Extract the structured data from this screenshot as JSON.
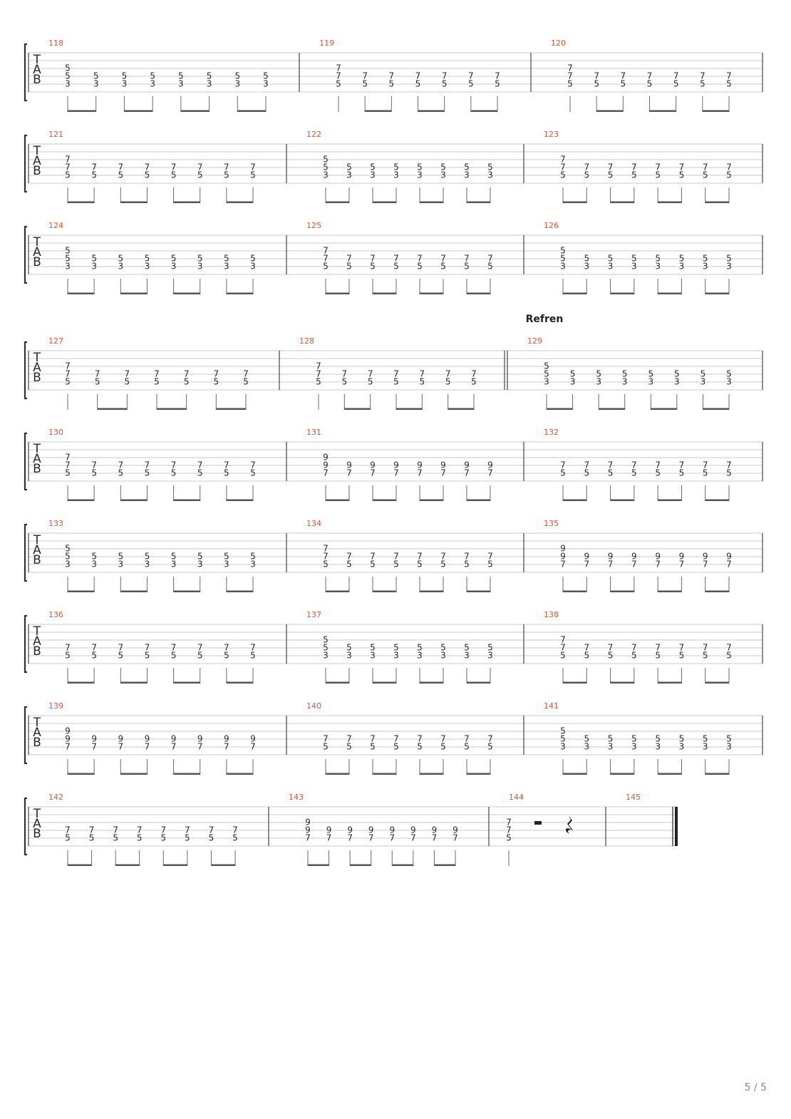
{
  "document": {
    "page_indicator": "5 / 5",
    "section_marker": {
      "text": "Refren",
      "measure": 129
    },
    "tab_clef": [
      "T",
      "A",
      "B"
    ]
  },
  "colors": {
    "measure_number": "#e8542b",
    "notation": "#2a2a2a",
    "staff_line": "#c8c8c8",
    "stem": "#6a6a6a"
  },
  "patterns": {
    "A": [
      "5,5,3",
      "5,3",
      "5,3",
      "5,3",
      "5,3",
      "5,3",
      "5,3",
      "5,3"
    ],
    "B": [
      "7,7,5",
      "7,5",
      "7,5",
      "7,5",
      "7,5",
      "7,5",
      "7,5",
      "7,5"
    ],
    "C": [
      "9,9,7",
      "9,7",
      "9,7",
      "9,7",
      "9,7",
      "9,7",
      "9,7",
      "9,7"
    ],
    "D": [
      "7,5",
      "7,5",
      "7,5",
      "7,5",
      "7,5",
      "7,5",
      "7,5",
      "7,5"
    ],
    "E": [
      "7,7,5",
      "7,5",
      "7,5",
      "7,5",
      "7,5",
      "7,5",
      "7,5"
    ]
  },
  "systems": [
    {
      "measures": [
        {
          "number": "118",
          "pattern": "A"
        },
        {
          "number": "119",
          "pattern": "E"
        },
        {
          "number": "120",
          "pattern": "E"
        }
      ]
    },
    {
      "measures": [
        {
          "number": "121",
          "pattern": "B"
        },
        {
          "number": "122",
          "pattern": "A"
        },
        {
          "number": "123",
          "pattern": "B"
        }
      ]
    },
    {
      "measures": [
        {
          "number": "124",
          "pattern": "A"
        },
        {
          "number": "125",
          "pattern": "B"
        },
        {
          "number": "126",
          "pattern": "A"
        }
      ]
    },
    {
      "measures": [
        {
          "number": "127",
          "pattern": "E"
        },
        {
          "number": "128",
          "pattern": "E"
        },
        {
          "number": "129",
          "pattern": "A"
        }
      ]
    },
    {
      "measures": [
        {
          "number": "130",
          "pattern": "B"
        },
        {
          "number": "131",
          "pattern": "C"
        },
        {
          "number": "132",
          "pattern": "D"
        }
      ]
    },
    {
      "measures": [
        {
          "number": "133",
          "pattern": "A"
        },
        {
          "number": "134",
          "pattern": "B"
        },
        {
          "number": "135",
          "pattern": "C"
        }
      ]
    },
    {
      "measures": [
        {
          "number": "136",
          "pattern": "D"
        },
        {
          "number": "137",
          "pattern": "A"
        },
        {
          "number": "138",
          "pattern": "B"
        }
      ]
    },
    {
      "measures": [
        {
          "number": "139",
          "pattern": "C"
        },
        {
          "number": "140",
          "pattern": "D"
        },
        {
          "number": "141",
          "pattern": "A"
        }
      ]
    },
    {
      "measures": [
        {
          "number": "142",
          "pattern": "D"
        },
        {
          "number": "143",
          "pattern": "C"
        },
        {
          "number": "144",
          "chord": "7,7,5",
          "rests": [
            "half-rest",
            "quarter-rest"
          ]
        },
        {
          "number": "145",
          "empty": true
        }
      ]
    }
  ]
}
